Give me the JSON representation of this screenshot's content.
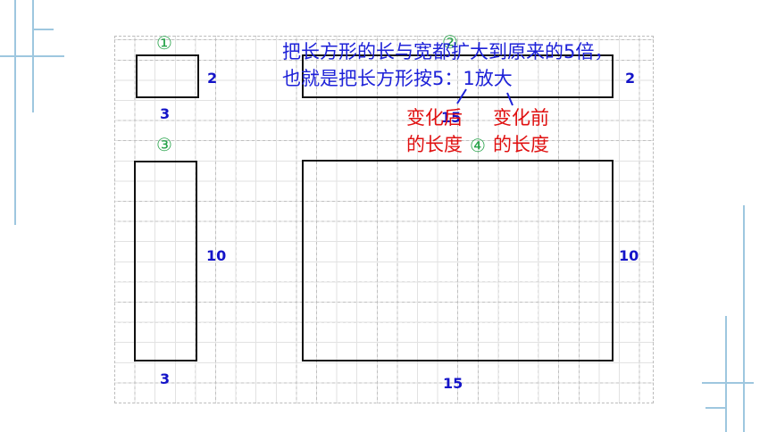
{
  "markers": {
    "fig1": "①",
    "fig2": "②",
    "fig3": "③",
    "fig4": "④"
  },
  "labels": {
    "r1_height": "2",
    "r1_width": "3",
    "r2_height": "2",
    "r2_width": "15",
    "r3_height": "10",
    "r3_width": "3",
    "r4_height": "10",
    "r4_width": "15"
  },
  "caption": {
    "line1": "把长方形的长与宽都扩大到原来的5倍，",
    "line2": "也就是把长方形按5：1放大"
  },
  "annotations": {
    "after_line1": "变化后",
    "after_line2": "的长度",
    "before_line1": "变化前",
    "before_line2": "的长度"
  },
  "colors": {
    "caption": "#1e22d8",
    "numbers": "#1414c8",
    "markers": "#27a34a",
    "annotations": "#e01010",
    "decoration": "#9ec7df"
  }
}
